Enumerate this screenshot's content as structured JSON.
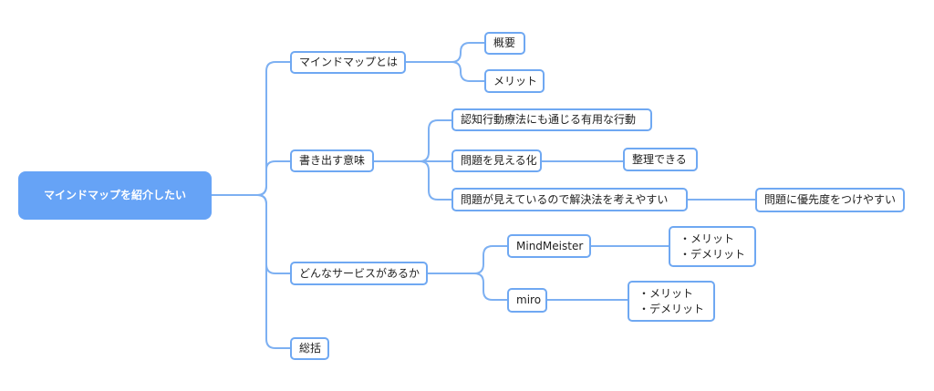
{
  "colors": {
    "line": "#7db0f2",
    "node_border": "#6fa8f2",
    "root_fill": "#66a3f6"
  },
  "root": {
    "label": "マインドマップを紹介したい"
  },
  "branches": {
    "b1": {
      "label": "マインドマップとは",
      "children": {
        "c1": "概要",
        "c2": "メリット"
      }
    },
    "b2": {
      "label": "書き出す意味",
      "children": {
        "c1": "認知行動療法にも通じる有用な行動",
        "c2": "問題を見える化",
        "c2a": "整理できる",
        "c3": "問題が見えているので解決法を考えやすい",
        "c3a": "問題に優先度をつけやすい"
      }
    },
    "b3": {
      "label": "どんなサービスがあるか",
      "children": {
        "c1": "MindMeister",
        "c1a": [
          "・メリット",
          "・デメリット"
        ],
        "c2": "miro",
        "c2a": [
          "・メリット",
          "・デメリット"
        ]
      }
    },
    "b4": {
      "label": "総括"
    }
  }
}
